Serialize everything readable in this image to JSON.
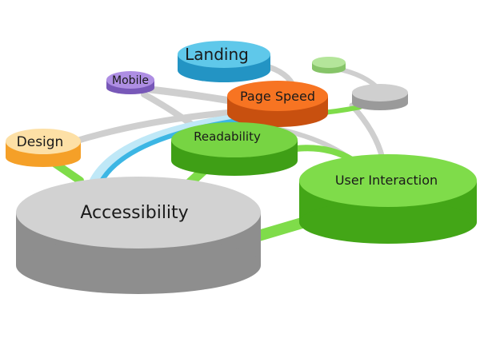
{
  "diagram": {
    "nodes": {
      "accessibility": {
        "label": "Accessibility",
        "top": "#d2d2d2",
        "side": "#8e8e8e"
      },
      "user_interaction": {
        "label": "User Interaction",
        "top": "#7fdc4a",
        "side": "#43a617"
      },
      "readability": {
        "label": "Readability",
        "top": "#77d443",
        "side": "#3f9f16"
      },
      "page_speed": {
        "label": "Page Speed",
        "top": "#f77422",
        "side": "#c8500f"
      },
      "landing": {
        "label": "Landing",
        "top": "#5fc8ea",
        "side": "#2394c4"
      },
      "mobile": {
        "label": "Mobile",
        "top": "#ae8ee3",
        "side": "#7858b8"
      },
      "design": {
        "label": "Design",
        "top": "#fde0a6",
        "side": "#f5a028"
      },
      "gray_node": {
        "label": "",
        "top": "#cfcfcf",
        "side": "#9a9a9a"
      },
      "light_green_node": {
        "label": "",
        "top": "#b4e59a",
        "side": "#86c468"
      }
    },
    "connector_colors": {
      "gray": "#cfcfcf",
      "green": "#7fdc4a",
      "blue": "#3cb6e4",
      "light_blue": "#bfe8f7"
    }
  }
}
